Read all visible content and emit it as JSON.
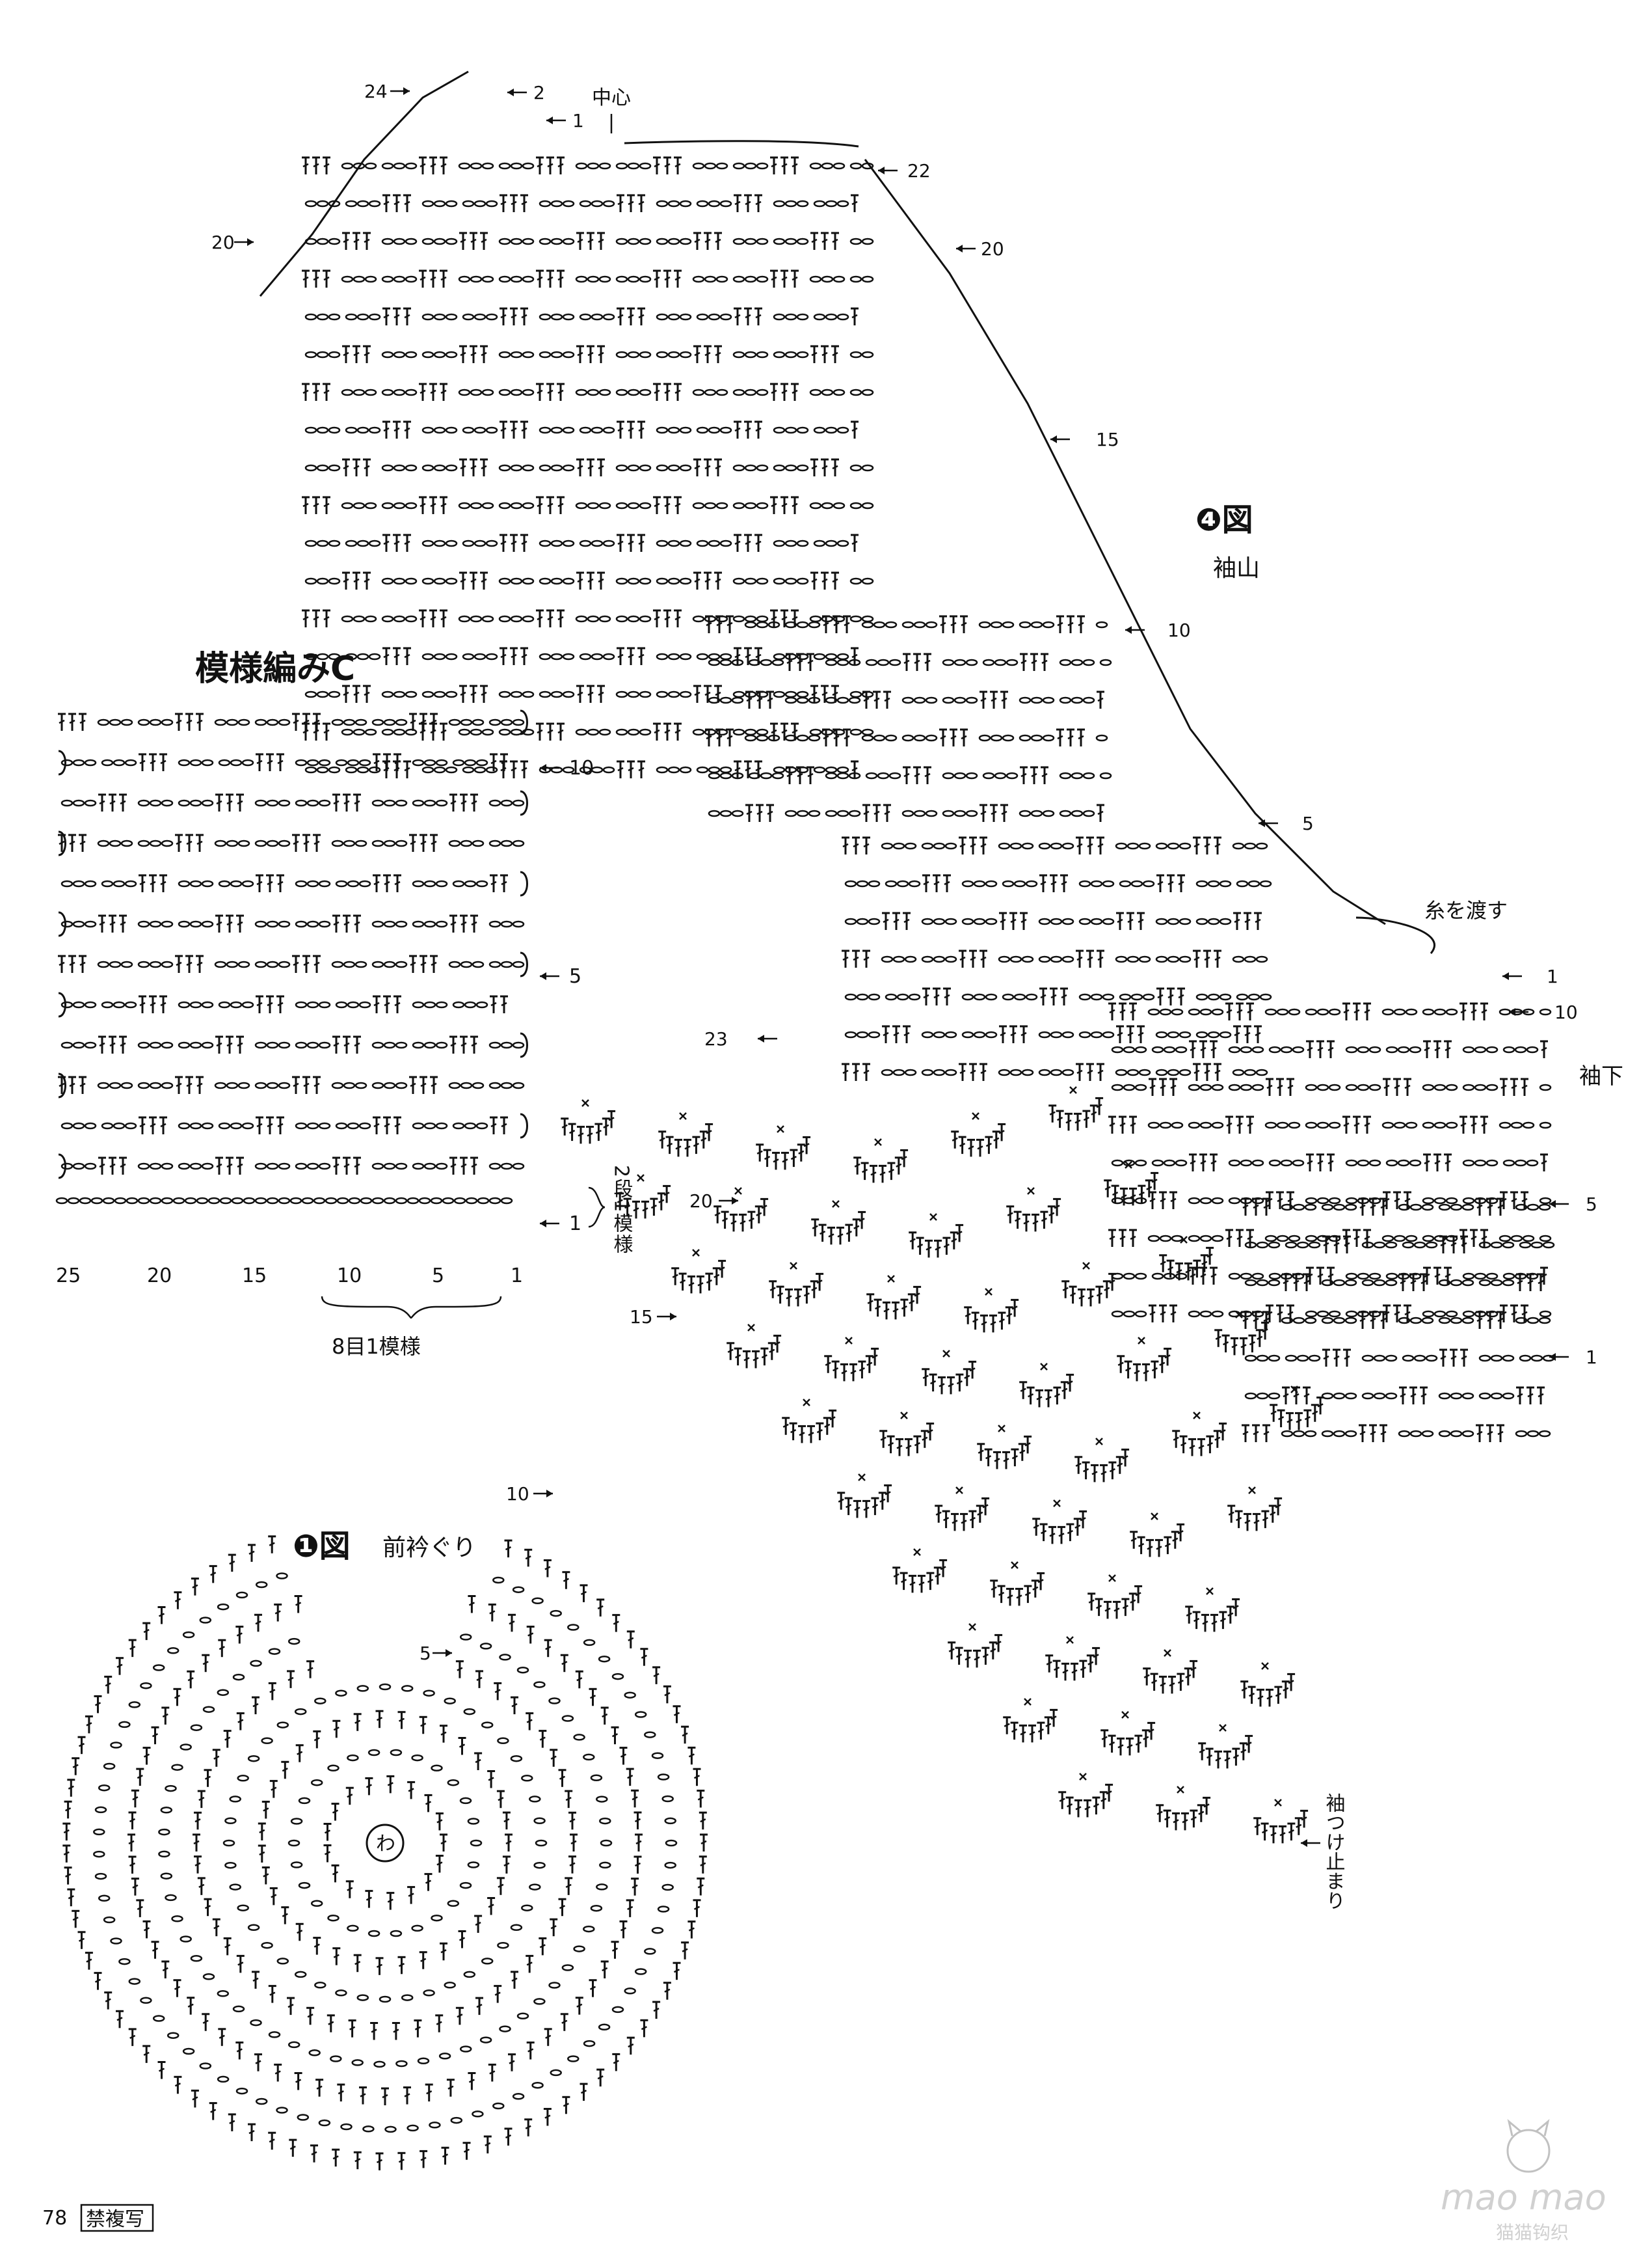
{
  "page": {
    "number": "78",
    "copy_notice": "禁複写",
    "watermark_text": "mao mao",
    "watermark_sub": "猫猫钩织"
  },
  "pattern_c": {
    "title": "模様編みC",
    "row_markers": [
      "10",
      "5",
      "1"
    ],
    "repeat_vertical": "2段1模様",
    "repeat_horizontal": "8目1模様",
    "stitch_numbers": [
      "25",
      "20",
      "15",
      "10",
      "5",
      "1"
    ]
  },
  "sleeve_cap": {
    "figure": "❹図",
    "caption": "袖山",
    "center_label": "中心",
    "transfer_label": "糸を渡す",
    "underarm_label": "袖下",
    "top_rows": [
      "24",
      "2",
      "1",
      "22",
      "20",
      "20"
    ],
    "side_rows": [
      "15",
      "10",
      "5",
      "1",
      "10",
      "5",
      "1"
    ]
  },
  "front_neck": {
    "figure": "❶図",
    "caption": "前衿ぐり",
    "ring_label": "わ",
    "row_markers": [
      "23",
      "20",
      "15",
      "10",
      "5"
    ],
    "sleeve_end_label": "袖つけ止まり"
  },
  "colors": {
    "ink": "#111111",
    "paper": "#ffffff",
    "watermark": "#bbbbbb"
  }
}
